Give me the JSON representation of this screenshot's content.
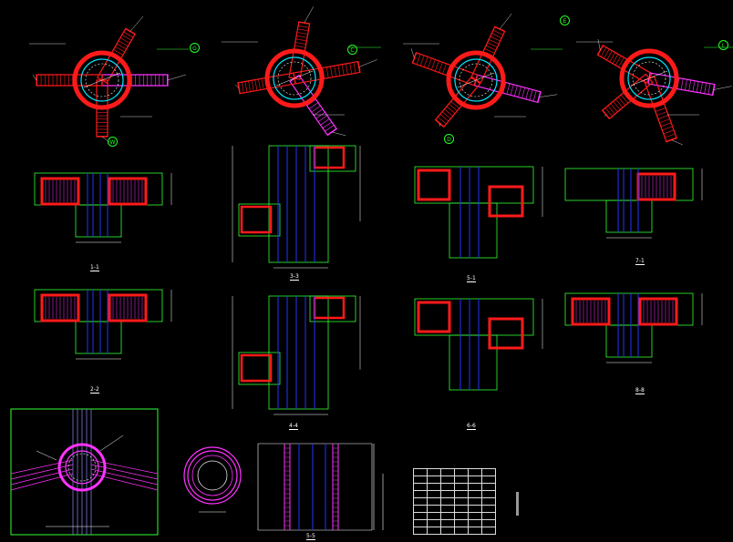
{
  "drawing": {
    "plan_grid_tags": [
      "G",
      "C",
      "E",
      "L"
    ],
    "extra_grid_tags": [
      "W",
      "D"
    ],
    "section_titles": [
      "1-1",
      "3-3",
      "5-1",
      "7-1",
      "2-2",
      "4-4",
      "6-6",
      "8-8"
    ],
    "bottom_titles": [
      "",
      "",
      "5-5"
    ]
  },
  "colors": {
    "background": "#000000",
    "wall_red": "#ff1a1a",
    "rebar_magenta": "#ff33ff",
    "outline_green": "#33ff33",
    "axis_blue": "#2233ff",
    "pile_cyan": "#00e5ff",
    "dim_white": "#ffffff"
  }
}
